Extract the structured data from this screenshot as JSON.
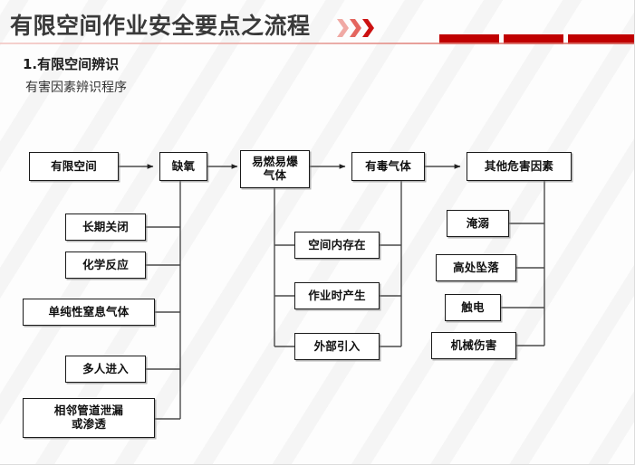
{
  "header": {
    "title": "有限空间作业安全要点之流程",
    "chevron_icon": "double-chevron-right-icon",
    "accent_color": "#c00000",
    "rule_color": "#e2867f",
    "bar_segments": 3
  },
  "section": {
    "heading": "1.有限空间辨识",
    "subheading": "有害因素辨识程序"
  },
  "flow": {
    "top_row": [
      {
        "id": "confined-space",
        "label": "有限空间"
      },
      {
        "id": "oxygen-deficiency",
        "label": "缺氧"
      },
      {
        "id": "flammable-explosive-gas",
        "label": "易燃易爆\n气体"
      },
      {
        "id": "toxic-gas",
        "label": "有毒气体"
      },
      {
        "id": "other-hazards",
        "label": "其他危害因素"
      }
    ],
    "oxygen_causes": [
      {
        "id": "long-term-closed",
        "label": "长期关闭"
      },
      {
        "id": "chemical-reaction",
        "label": "化学反应"
      },
      {
        "id": "simple-asphyxiant-gas",
        "label": "单纯性窒息气体"
      },
      {
        "id": "multiple-entrants",
        "label": "多人进入"
      },
      {
        "id": "adjacent-pipe-leak",
        "label": "相邻管道泄漏\n或渗透"
      }
    ],
    "gas_sources": [
      {
        "id": "existing-in-space",
        "label": "空间内存在"
      },
      {
        "id": "generated-during-work",
        "label": "作业时产生"
      },
      {
        "id": "introduced-externally",
        "label": "外部引入"
      }
    ],
    "other_hazard_items": [
      {
        "id": "drowning",
        "label": "淹溺"
      },
      {
        "id": "fall-from-height",
        "label": "高处坠落"
      },
      {
        "id": "electric-shock",
        "label": "触电"
      },
      {
        "id": "mechanical-injury",
        "label": "机械伤害"
      }
    ]
  }
}
